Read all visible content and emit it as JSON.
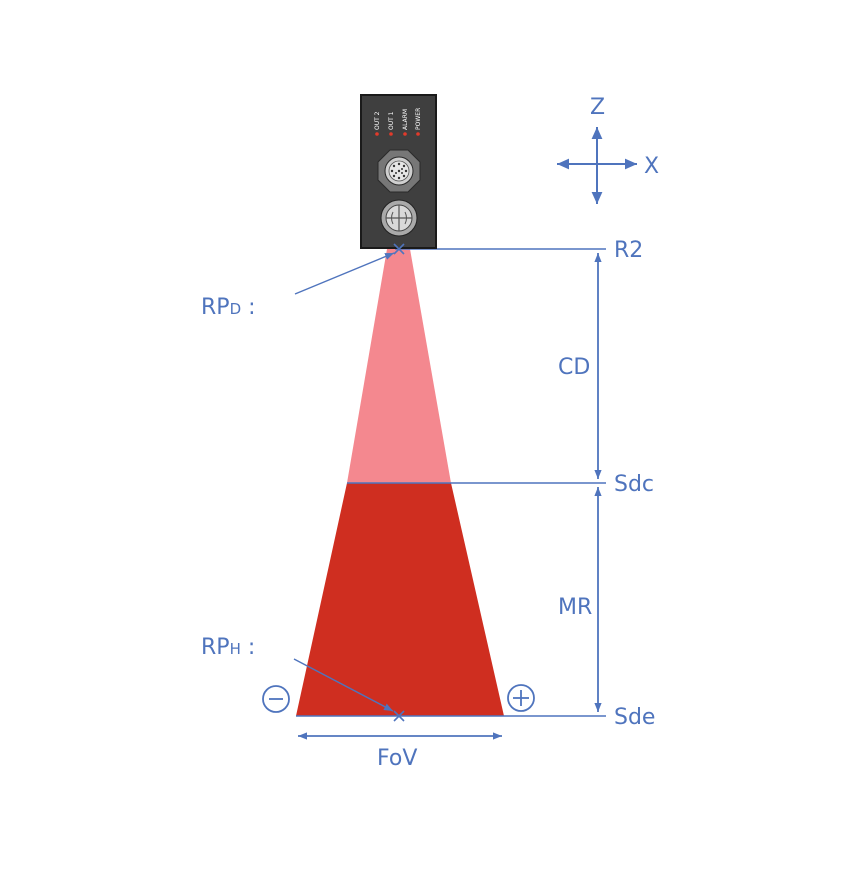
{
  "labels": {
    "axis_z": "Z",
    "axis_x": "X",
    "r2": "R2",
    "cd": "CD",
    "sdc": "Sdc",
    "mr": "MR",
    "sde": "Sde",
    "fov": "FoV",
    "rpd_main": "RP",
    "rpd_sub": "D",
    "rpd_colon": " :",
    "rph_main": "RP",
    "rph_sub": "H",
    "rph_colon": " :"
  },
  "device": {
    "leds": [
      "OUT 2",
      "OUT 1",
      "ALARM",
      "POWER"
    ]
  },
  "colors": {
    "annotation": "#4f74bd",
    "dead_zone": "#f4888f",
    "measuring_zone": "#cf2e20",
    "device_body": "#3f3f3f"
  }
}
